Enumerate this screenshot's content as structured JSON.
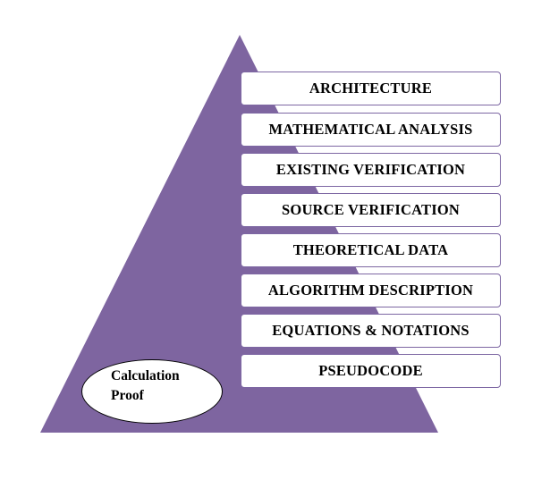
{
  "colors": {
    "pyramid_fill": "#7e65a0",
    "layer_border": "#7d67a3",
    "layer_fill": "#ffffff",
    "text": "#000000"
  },
  "layers": [
    "ARCHITECTURE",
    "MATHEMATICAL ANALYSIS",
    "EXISTING VERIFICATION",
    "SOURCE VERIFICATION",
    "THEORETICAL DATA",
    "ALGORITHM DESCRIPTION",
    "EQUATIONS & NOTATIONS",
    "PSEUDOCODE"
  ],
  "base_label": {
    "line1": "Calculation",
    "line2": "Proof"
  }
}
